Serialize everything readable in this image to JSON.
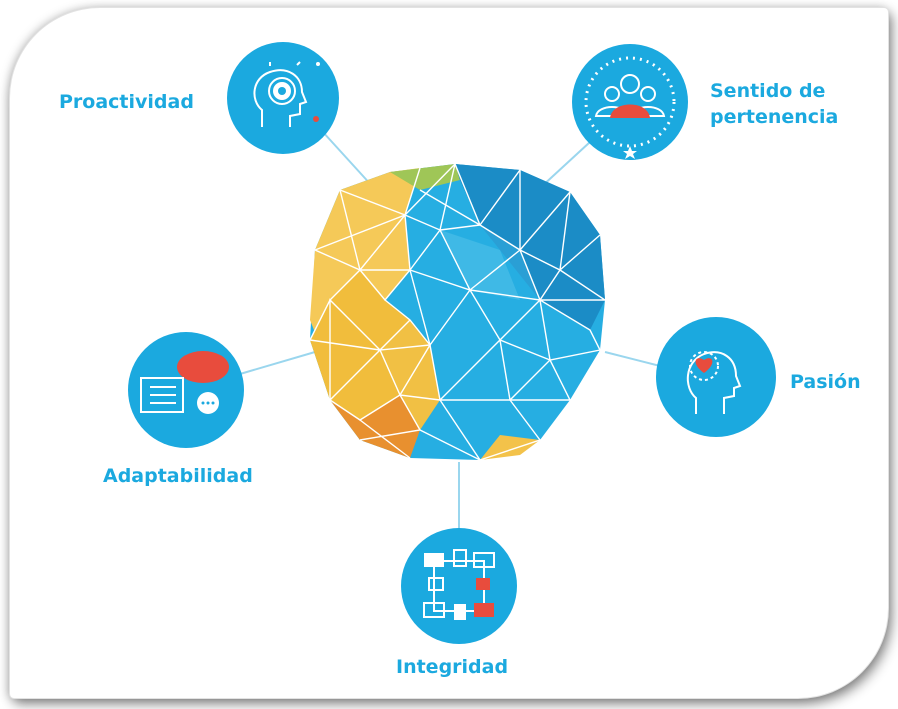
{
  "values": {
    "proactividad": "Proactividad",
    "sentido_line1": "Sentido de",
    "sentido_line2": "pertenencia",
    "adaptabilidad": "Adaptabilidad",
    "pasion": "Pasión",
    "integridad": "Integridad"
  },
  "icons": {
    "proactividad": "head-with-gear-icon",
    "sentido": "people-in-star-ring-icon",
    "adaptabilidad": "chat-bubbles-icon",
    "pasion": "head-with-heart-icon",
    "integridad": "joined-hands-icon"
  },
  "colors": {
    "accent_blue": "#1ba9df",
    "dark_blue": "#1a86bf",
    "yellow": "#f4c64c",
    "orange": "#e9862a",
    "green": "#9cc24c",
    "red": "#e84c3d"
  }
}
